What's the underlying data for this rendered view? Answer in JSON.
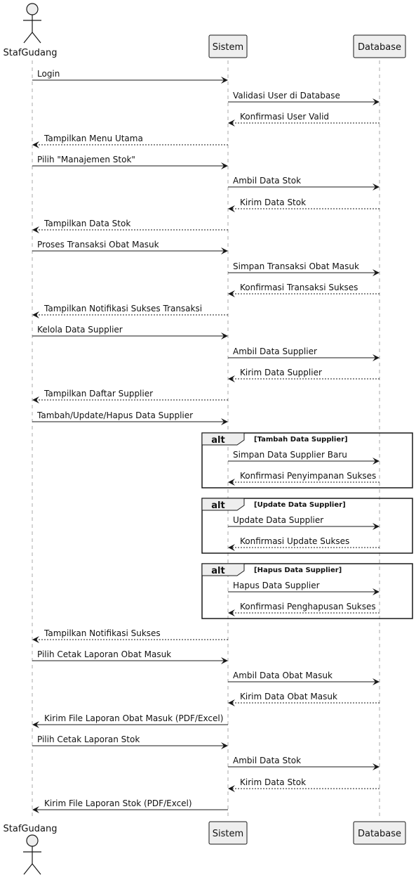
{
  "participants": {
    "actor": "StafGudang",
    "system": "Sistem",
    "database": "Database"
  },
  "messages": [
    {
      "from": "actor",
      "to": "system",
      "text": "Login",
      "dashed": false
    },
    {
      "from": "system",
      "to": "database",
      "text": "Validasi User di Database",
      "dashed": false
    },
    {
      "from": "database",
      "to": "system",
      "text": "Konfirmasi User Valid",
      "dashed": true
    },
    {
      "from": "system",
      "to": "actor",
      "text": "Tampilkan Menu Utama",
      "dashed": true
    },
    {
      "from": "actor",
      "to": "system",
      "text": "Pilih \"Manajemen Stok\"",
      "dashed": false
    },
    {
      "from": "system",
      "to": "database",
      "text": "Ambil Data Stok",
      "dashed": false
    },
    {
      "from": "database",
      "to": "system",
      "text": "Kirim Data Stok",
      "dashed": true
    },
    {
      "from": "system",
      "to": "actor",
      "text": "Tampilkan Data Stok",
      "dashed": true
    },
    {
      "from": "actor",
      "to": "system",
      "text": "Proses Transaksi Obat Masuk",
      "dashed": false
    },
    {
      "from": "system",
      "to": "database",
      "text": "Simpan Transaksi Obat Masuk",
      "dashed": false
    },
    {
      "from": "database",
      "to": "system",
      "text": "Konfirmasi Transaksi Sukses",
      "dashed": true
    },
    {
      "from": "system",
      "to": "actor",
      "text": "Tampilkan Notifikasi Sukses Transaksi",
      "dashed": true
    },
    {
      "from": "actor",
      "to": "system",
      "text": "Kelola Data Supplier",
      "dashed": false
    },
    {
      "from": "system",
      "to": "database",
      "text": "Ambil Data Supplier",
      "dashed": false
    },
    {
      "from": "database",
      "to": "system",
      "text": "Kirim Data Supplier",
      "dashed": true
    },
    {
      "from": "system",
      "to": "actor",
      "text": "Tampilkan Daftar Supplier",
      "dashed": true
    },
    {
      "from": "actor",
      "to": "system",
      "text": "Tambah/Update/Hapus Data Supplier",
      "dashed": false
    },
    {
      "from": "system",
      "to": "database",
      "text": "Simpan Data Supplier Baru",
      "dashed": false
    },
    {
      "from": "database",
      "to": "system",
      "text": "Konfirmasi Penyimpanan Sukses",
      "dashed": true
    },
    {
      "from": "system",
      "to": "database",
      "text": "Update Data Supplier",
      "dashed": false
    },
    {
      "from": "database",
      "to": "system",
      "text": "Konfirmasi Update Sukses",
      "dashed": true
    },
    {
      "from": "system",
      "to": "database",
      "text": "Hapus Data Supplier",
      "dashed": false
    },
    {
      "from": "database",
      "to": "system",
      "text": "Konfirmasi Penghapusan Sukses",
      "dashed": true
    },
    {
      "from": "system",
      "to": "actor",
      "text": "Tampilkan Notifikasi Sukses",
      "dashed": true
    },
    {
      "from": "actor",
      "to": "system",
      "text": "Pilih Cetak Laporan Obat Masuk",
      "dashed": false
    },
    {
      "from": "system",
      "to": "database",
      "text": "Ambil Data Obat Masuk",
      "dashed": false
    },
    {
      "from": "database",
      "to": "system",
      "text": "Kirim Data Obat Masuk",
      "dashed": true
    },
    {
      "from": "system",
      "to": "actor",
      "text": "Kirim File Laporan Obat Masuk (PDF/Excel)",
      "dashed": false
    },
    {
      "from": "actor",
      "to": "system",
      "text": "Pilih Cetak Laporan Stok",
      "dashed": false
    },
    {
      "from": "system",
      "to": "database",
      "text": "Ambil Data Stok",
      "dashed": false
    },
    {
      "from": "database",
      "to": "system",
      "text": "Kirim Data Stok",
      "dashed": true
    },
    {
      "from": "system",
      "to": "actor",
      "text": "Kirim File Laporan Stok (PDF/Excel)",
      "dashed": false
    }
  ],
  "fragments": [
    {
      "keyword": "alt",
      "guard": "[Tambah Data Supplier]"
    },
    {
      "keyword": "alt",
      "guard": "[Update Data Supplier]"
    },
    {
      "keyword": "alt",
      "guard": "[Hapus Data Supplier]"
    }
  ],
  "colors": {
    "participant_fill": "#eeeeee",
    "border": "#181818",
    "lifeline": "#aaaaaa",
    "fragment_header": "#eeeeee"
  }
}
